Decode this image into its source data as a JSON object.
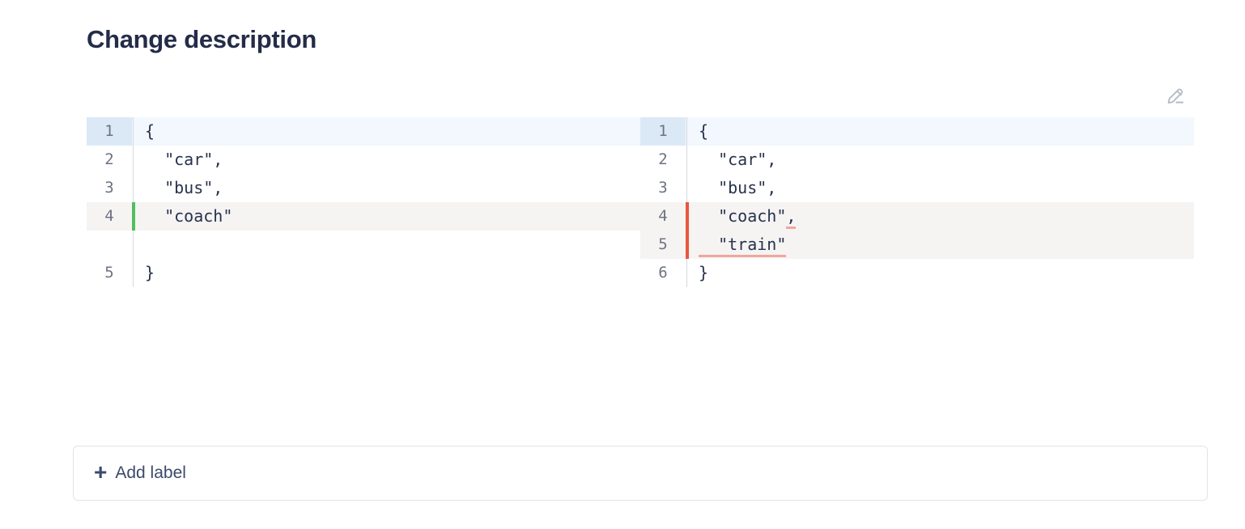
{
  "page": {
    "title": "Change description"
  },
  "toolbar": {
    "edit_icon": "pencil-edit-icon"
  },
  "diff": {
    "left": {
      "rows": [
        {
          "line_no": "1",
          "text": "{",
          "state": "context",
          "gutter": "blue"
        },
        {
          "line_no": "2",
          "text": "  \"car\",",
          "state": "context",
          "gutter": "none"
        },
        {
          "line_no": "3",
          "text": "  \"bus\",",
          "state": "context",
          "gutter": "none"
        },
        {
          "line_no": "4",
          "text": "  \"coach\"",
          "state": "added",
          "gutter": "grey"
        },
        {
          "line_no": "",
          "text": "",
          "state": "spacer",
          "gutter": "none"
        },
        {
          "line_no": "5",
          "text": "}",
          "state": "context",
          "gutter": "none"
        }
      ]
    },
    "right": {
      "rows": [
        {
          "line_no": "1",
          "text": "{",
          "state": "context",
          "gutter": "blue"
        },
        {
          "line_no": "2",
          "text": "  \"car\",",
          "state": "context",
          "gutter": "none"
        },
        {
          "line_no": "3",
          "text": "  \"bus\",",
          "state": "context",
          "gutter": "none"
        },
        {
          "line_no": "4",
          "text_plain": "  \"coach\"",
          "text_hl": ",",
          "state": "removed",
          "gutter": "grey"
        },
        {
          "line_no": "5",
          "text_plain": "",
          "text_hl": "  \"train\"",
          "state": "removed",
          "gutter": "grey"
        },
        {
          "line_no": "6",
          "text": "}",
          "state": "context",
          "gutter": "none"
        }
      ]
    }
  },
  "footer": {
    "add_label": "Add label",
    "plus_glyph": "+"
  },
  "colors": {
    "title": "#242c48",
    "code_text": "#27324d",
    "line_no": "#6e7381",
    "row_blue": "#f2f8fd",
    "gutter_blue": "#dbe9f7",
    "row_grey": "#f5f4f3",
    "marker_added": "#52bd5e",
    "marker_removed": "#e8563c",
    "inline_highlight": "#f0a69d",
    "border": "#e3e4e8",
    "icon_grey": "#b8bcc8"
  }
}
